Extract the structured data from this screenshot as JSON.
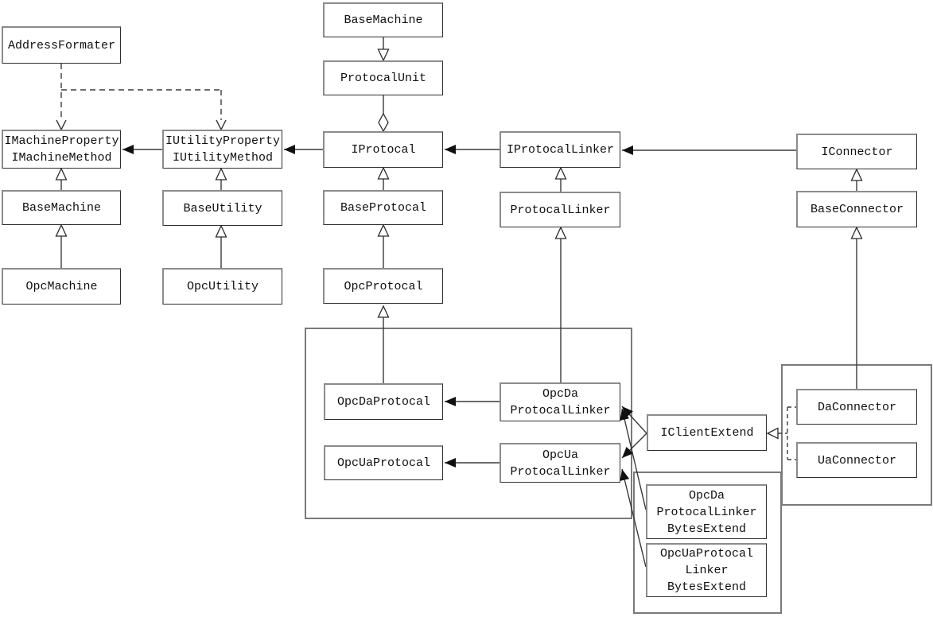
{
  "diagram": {
    "kind": "uml-class-diagram",
    "background_color": "#ffffff",
    "line_color": "#3a3a3a",
    "box_border_color": "#2e2e2e",
    "group_border_color": "#7a7a7a"
  },
  "nodes": {
    "address_formater": {
      "label": "AddressFormater"
    },
    "imachine": {
      "label": "IMachineProperty\nIMachineMethod"
    },
    "iutility": {
      "label": "IUtilityProperty\nIUtilityMethod"
    },
    "base_machine_left": {
      "label": "BaseMachine"
    },
    "base_utility": {
      "label": "BaseUtility"
    },
    "opc_machine": {
      "label": "OpcMachine"
    },
    "opc_utility": {
      "label": "OpcUtility"
    },
    "base_machine_top": {
      "label": "BaseMachine"
    },
    "protocal_unit": {
      "label": "ProtocalUnit"
    },
    "iprotocal": {
      "label": "IProtocal"
    },
    "base_protocal": {
      "label": "BaseProtocal"
    },
    "opc_protocal": {
      "label": "OpcProtocal"
    },
    "iprotocal_linker": {
      "label": "IProtocalLinker"
    },
    "protocal_linker": {
      "label": "ProtocalLinker"
    },
    "iconnector": {
      "label": "IConnector"
    },
    "base_connector": {
      "label": "BaseConnector"
    },
    "opc_da_protocal": {
      "label": "OpcDaProtocal"
    },
    "opc_ua_protocal": {
      "label": "OpcUaProtocal"
    },
    "opc_da_protocal_linker": {
      "label": "OpcDa\nProtocalLinker"
    },
    "opc_ua_protocal_linker": {
      "label": "OpcUa\nProtocalLinker"
    },
    "iclient_extend": {
      "label": "IClientExtend"
    },
    "da_connector": {
      "label": "DaConnector"
    },
    "ua_connector": {
      "label": "UaConnector"
    },
    "opc_da_linker_bytes": {
      "label": "OpcDa\nProtocalLinker\nBytesExtend"
    },
    "opc_ua_linker_bytes": {
      "label": "OpcUaProtocal\nLinker\nBytesExtend"
    }
  },
  "edges": [
    {
      "from": "base_machine_top",
      "to": "protocal_unit",
      "type": "inheritance-arrow-down"
    },
    {
      "from": "protocal_unit",
      "to": "iprotocal",
      "type": "aggregation"
    },
    {
      "from": "base_protocal",
      "to": "iprotocal",
      "type": "inheritance"
    },
    {
      "from": "opc_protocal",
      "to": "base_protocal",
      "type": "inheritance"
    },
    {
      "from": "opc_da_protocal",
      "to": "opc_protocal",
      "type": "inheritance"
    },
    {
      "from": "base_machine_left",
      "to": "imachine",
      "type": "inheritance"
    },
    {
      "from": "opc_machine",
      "to": "base_machine_left",
      "type": "inheritance"
    },
    {
      "from": "base_utility",
      "to": "iutility",
      "type": "inheritance"
    },
    {
      "from": "opc_utility",
      "to": "base_utility",
      "type": "inheritance"
    },
    {
      "from": "address_formater",
      "to": "imachine",
      "type": "dependency-dashed"
    },
    {
      "from": "address_formater",
      "to": "iutility",
      "type": "dependency-dashed"
    },
    {
      "from": "iutility",
      "to": "imachine",
      "type": "association"
    },
    {
      "from": "iprotocal",
      "to": "iutility",
      "type": "association"
    },
    {
      "from": "iprotocal_linker",
      "to": "iprotocal",
      "type": "association"
    },
    {
      "from": "iconnector",
      "to": "iprotocal_linker",
      "type": "association"
    },
    {
      "from": "protocal_linker",
      "to": "iprotocal_linker",
      "type": "inheritance"
    },
    {
      "from": "opc_da_protocal_linker",
      "to": "protocal_linker",
      "type": "inheritance"
    },
    {
      "from": "opc_da_protocal_linker",
      "to": "opc_da_protocal",
      "type": "association"
    },
    {
      "from": "opc_ua_protocal_linker",
      "to": "opc_ua_protocal",
      "type": "association"
    },
    {
      "from": "iclient_extend",
      "to": "opc_da_protocal_linker",
      "type": "association"
    },
    {
      "from": "iclient_extend",
      "to": "opc_ua_protocal_linker",
      "type": "association"
    },
    {
      "from": "opc_da_linker_bytes",
      "to": "opc_da_protocal_linker",
      "type": "association"
    },
    {
      "from": "opc_ua_linker_bytes",
      "to": "opc_ua_protocal_linker",
      "type": "association"
    },
    {
      "from": "da_connector",
      "to": "iclient_extend",
      "type": "realization-dashed"
    },
    {
      "from": "ua_connector",
      "to": "iclient_extend",
      "type": "realization-dashed"
    },
    {
      "from": "base_connector",
      "to": "iconnector",
      "type": "inheritance"
    },
    {
      "from": "da_connector",
      "to": "base_connector",
      "type": "inheritance"
    }
  ],
  "groups": [
    {
      "name": "opc-protocal-group",
      "members": [
        "opc_da_protocal",
        "opc_ua_protocal",
        "opc_da_protocal_linker",
        "opc_ua_protocal_linker"
      ]
    },
    {
      "name": "bytes-extend-group",
      "members": [
        "opc_da_linker_bytes",
        "opc_ua_linker_bytes"
      ]
    },
    {
      "name": "connector-group",
      "members": [
        "da_connector",
        "ua_connector"
      ]
    }
  ]
}
